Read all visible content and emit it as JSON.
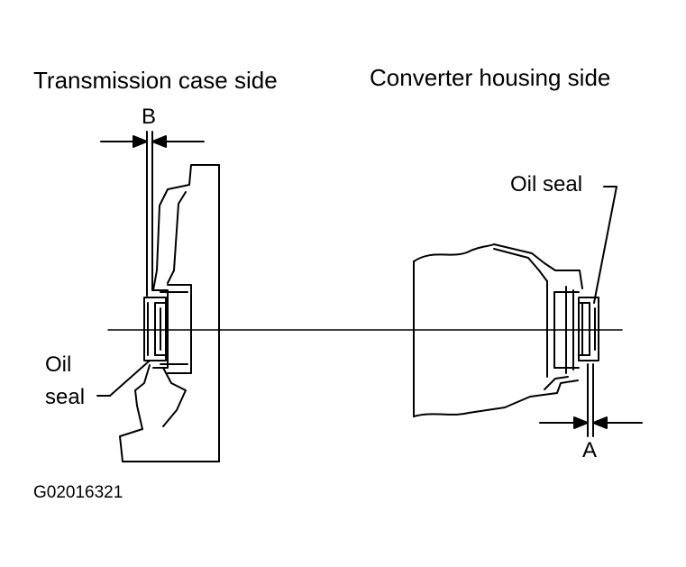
{
  "headings": {
    "left": "Transmission case side",
    "right": "Converter housing side"
  },
  "labels": {
    "dimension_b": "B",
    "dimension_a": "A",
    "oil_seal_left_line1": "Oil",
    "oil_seal_left_line2": "seal",
    "oil_seal_right": "Oil seal"
  },
  "figure_code": "G02016321",
  "colors": {
    "ink": "#000000",
    "background": "#ffffff"
  }
}
